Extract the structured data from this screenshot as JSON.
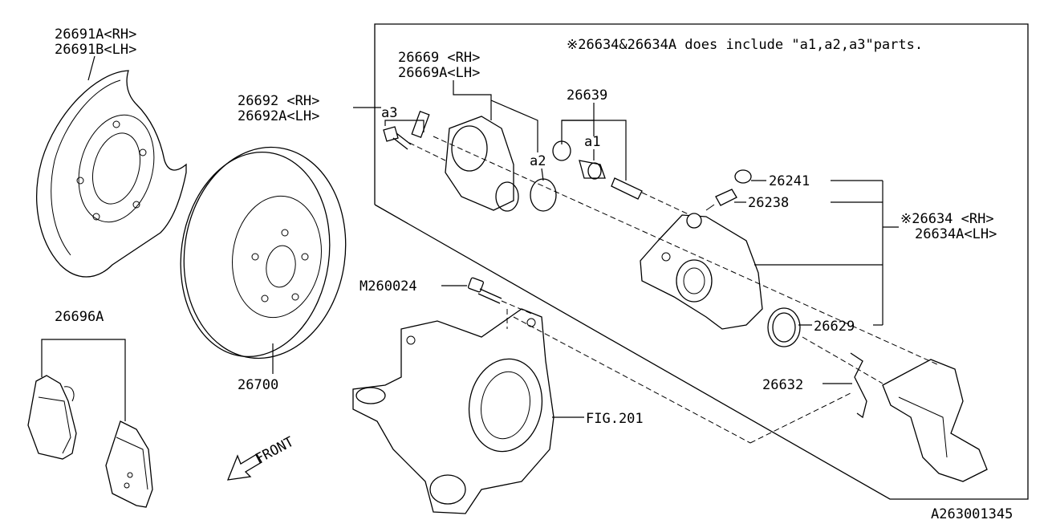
{
  "note": "※26634&26634A does include \"a1,a2,a3\"parts.",
  "labels": {
    "p26691": [
      "26691A<RH>",
      "26691B<LH>"
    ],
    "p26669": [
      "26669 <RH>",
      "26669A<LH>"
    ],
    "p26692": [
      "26692 <RH>",
      "26692A<LH>"
    ],
    "a3": "a3",
    "a2": "a2",
    "a1": "a1",
    "p26639": "26639",
    "p26241": "26241",
    "p26238": "26238",
    "p26634": [
      "※26634 <RH>",
      "26634A<LH>"
    ],
    "p26696A": "26696A",
    "m260024": "M260024",
    "p26700": "26700",
    "p26629": "26629",
    "p26632": "26632",
    "fig201": "FIG.201",
    "front": "FRONT",
    "diagram_id": "A263001345"
  },
  "icons": {
    "front_arrow": "front-arrow-icon"
  }
}
